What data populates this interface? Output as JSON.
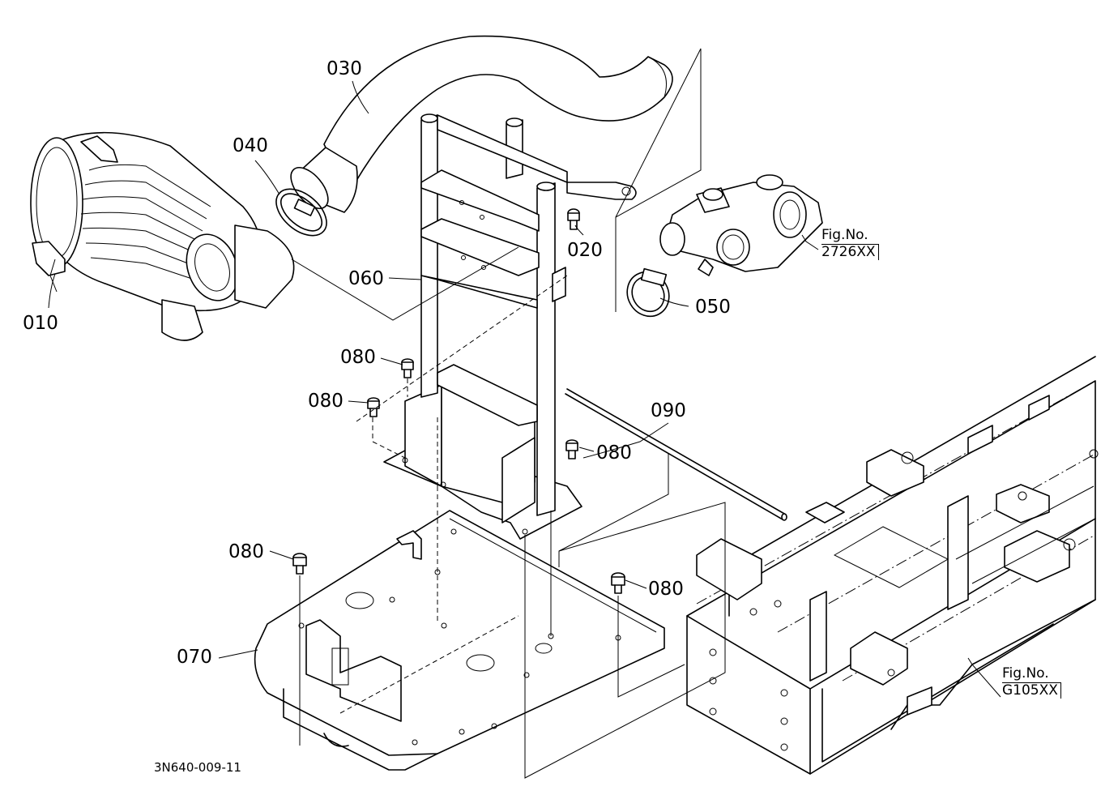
{
  "parts": [
    {
      "id": "p010",
      "label": "010"
    },
    {
      "id": "p020",
      "label": "020"
    },
    {
      "id": "p030",
      "label": "030"
    },
    {
      "id": "p040",
      "label": "040"
    },
    {
      "id": "p050",
      "label": "050"
    },
    {
      "id": "p060",
      "label": "060"
    },
    {
      "id": "p070",
      "label": "070"
    },
    {
      "id": "p080a",
      "label": "080"
    },
    {
      "id": "p080b",
      "label": "080"
    },
    {
      "id": "p080c",
      "label": "080"
    },
    {
      "id": "p080d",
      "label": "080"
    },
    {
      "id": "p080e",
      "label": "080"
    },
    {
      "id": "p090",
      "label": "090"
    }
  ],
  "fig_refs": [
    {
      "line1": "Fig.No.",
      "line2": "2726XX"
    },
    {
      "line1": "Fig.No.",
      "line2": "G105XX"
    }
  ],
  "drawing_code": "3N640-009-11"
}
